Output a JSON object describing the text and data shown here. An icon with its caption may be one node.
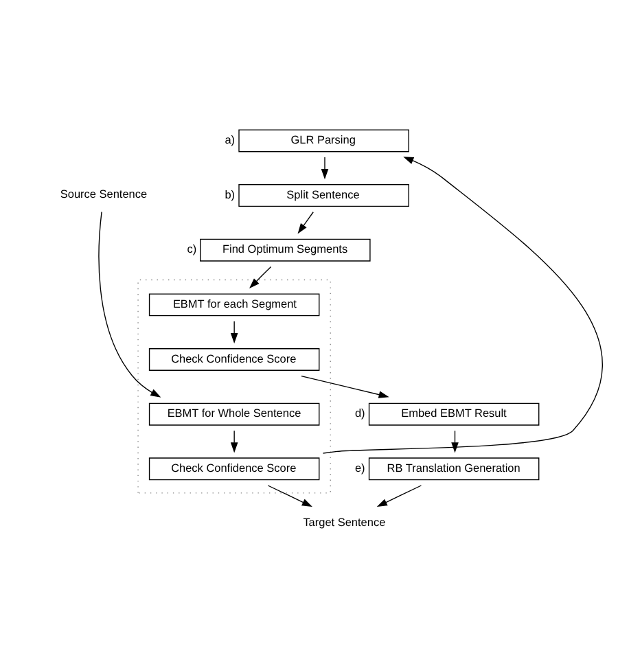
{
  "diagram": {
    "nodes": [
      {
        "text": [
          "Source Sentence"
        ]
      },
      {
        "text": [
          "GLR Parsing"
        ],
        "beside": [
          "a)"
        ]
      },
      {
        "text": [
          "Split Sentence"
        ],
        "beside": [
          "b)"
        ]
      },
      {
        "text": [
          "Find Optimum Segments"
        ],
        "beside": [
          "c)"
        ]
      },
      {
        "text": [],
        "shape": "box"
      },
      {
        "text": [
          "EBMT for Whole Sentence"
        ],
        "in": 4
      },
      {
        "text": [
          "EBMT for each Segment"
        ],
        "in": 4
      },
      {
        "text": [
          "Check Confidence Score"
        ],
        "in": 4
      },
      {
        "text": [
          "Check Confidence Score"
        ],
        "in": 4
      },
      {
        "text": [
          "Embed EBMT Result"
        ],
        "beside": [
          "d)"
        ]
      },
      {
        "text": [
          "RB Translation Generation"
        ],
        "beside": [
          "e)"
        ]
      },
      {
        "text": [
          "Target Sentence"
        ]
      }
    ],
    "edges": [
      {
        "from": 0,
        "to": 5,
        "arrow": "to"
      },
      {
        "from": 5,
        "to": 7,
        "arrow": "to"
      },
      {
        "from": 7,
        "to": 1,
        "arrow": "to"
      },
      {
        "from": 7,
        "to": 11,
        "arrow": "to"
      },
      {
        "from": 1,
        "to": 2,
        "arrow": "to"
      },
      {
        "from": 2,
        "to": 3,
        "arrow": "to"
      },
      {
        "from": 3,
        "to": 6,
        "arrow": "to"
      },
      {
        "from": 6,
        "to": 8,
        "arrow": "to"
      },
      {
        "from": 8,
        "to": 9,
        "arrow": "to"
      },
      {
        "from": 9,
        "to": 10,
        "arrow": "to"
      },
      {
        "from": 10,
        "to": 11,
        "arrow": "to"
      }
    ]
  }
}
